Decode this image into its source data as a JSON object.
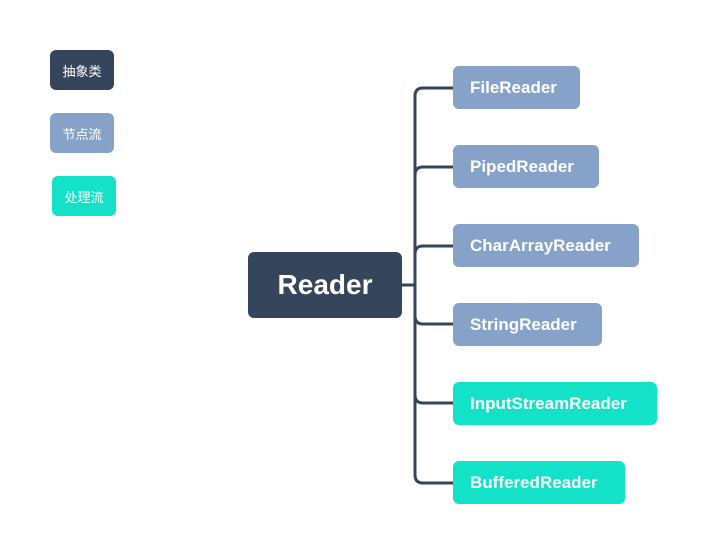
{
  "colors": {
    "abstract": "#35465c",
    "node_stream": "#86a2c8",
    "processing_stream": "#13e2c8",
    "connector": "#35465c"
  },
  "legend": [
    {
      "label": "抽象类",
      "kind": "abstract"
    },
    {
      "label": "节点流",
      "kind": "node_stream"
    },
    {
      "label": "处理流",
      "kind": "processing_stream"
    }
  ],
  "root": {
    "label": "Reader",
    "kind": "abstract"
  },
  "children": [
    {
      "label": "FileReader",
      "kind": "node_stream"
    },
    {
      "label": "PipedReader",
      "kind": "node_stream"
    },
    {
      "label": "CharArrayReader",
      "kind": "node_stream"
    },
    {
      "label": "StringReader",
      "kind": "node_stream"
    },
    {
      "label": "InputStreamReader",
      "kind": "processing_stream"
    },
    {
      "label": "BufferedReader",
      "kind": "processing_stream"
    }
  ]
}
